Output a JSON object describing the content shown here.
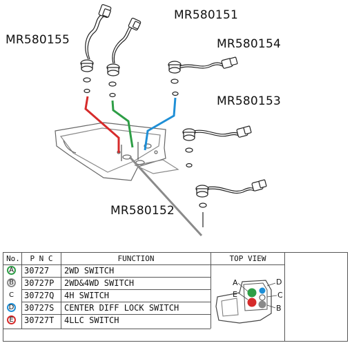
{
  "callouts": {
    "mr580155": "MR580155",
    "mr580151": "MR580151",
    "mr580154": "MR580154",
    "mr580153": "MR580153",
    "mr580152": "MR580152"
  },
  "table": {
    "headers": {
      "no": "No.",
      "pnc": "P N C",
      "function": "FUNCTION",
      "top_view": "TOP VIEW"
    },
    "rows": [
      {
        "no": "A",
        "pnc": "30727",
        "function": "2WD SWITCH",
        "color": "#2e9e46"
      },
      {
        "no": "B",
        "pnc": "30727P",
        "function": "2WD&4WD SWITCH",
        "color": "#8a8a8a"
      },
      {
        "no": "C",
        "pnc": "30727Q",
        "function": "4H SWITCH",
        "color": "#ffffff"
      },
      {
        "no": "D",
        "pnc": "30727S",
        "function": "CENTER DIFF LOCK SWITCH",
        "color": "#1f8fd6"
      },
      {
        "no": "E",
        "pnc": "30727T",
        "function": "4LLC SWITCH",
        "color": "#d62b2b"
      }
    ],
    "top_view_labels": {
      "a": "A",
      "b": "B",
      "c": "C",
      "d": "D",
      "e": "E"
    }
  },
  "colors": {
    "red": "#d62b2b",
    "green": "#2e9e46",
    "blue": "#1f8fd6",
    "gray": "#8a8a8a"
  }
}
